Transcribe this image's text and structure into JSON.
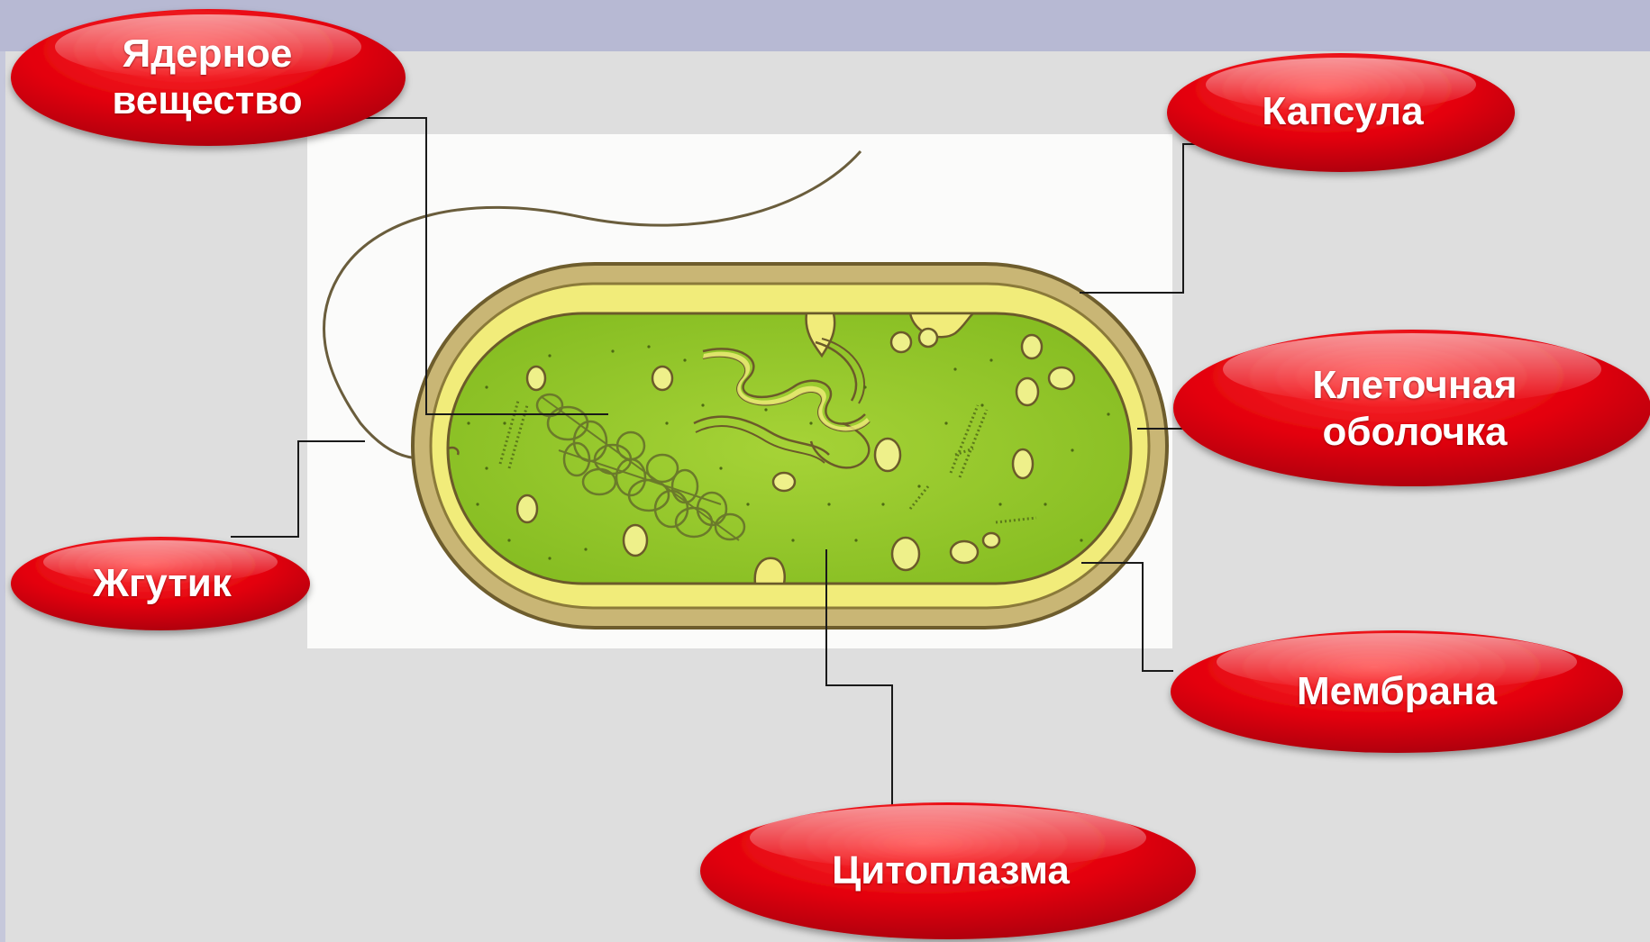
{
  "labels": {
    "nuclear_matter": "Ядерное вещество",
    "capsule": "Капсула",
    "cell_wall": "Клеточная оболочка",
    "flagellum": "Жгутик",
    "membrane": "Мембрана",
    "cytoplasm": "Цитоплазма"
  },
  "colors": {
    "label_fill": "#e3000b",
    "leader_line": "#1a1a1a",
    "capsule_outer": "#c9b675",
    "cell_wall": "#f1ec7a",
    "cytoplasm": "#9ccc2e",
    "inclusion_fill": "#eef08a"
  },
  "icons": {
    "label_shape": "red-ellipse"
  }
}
